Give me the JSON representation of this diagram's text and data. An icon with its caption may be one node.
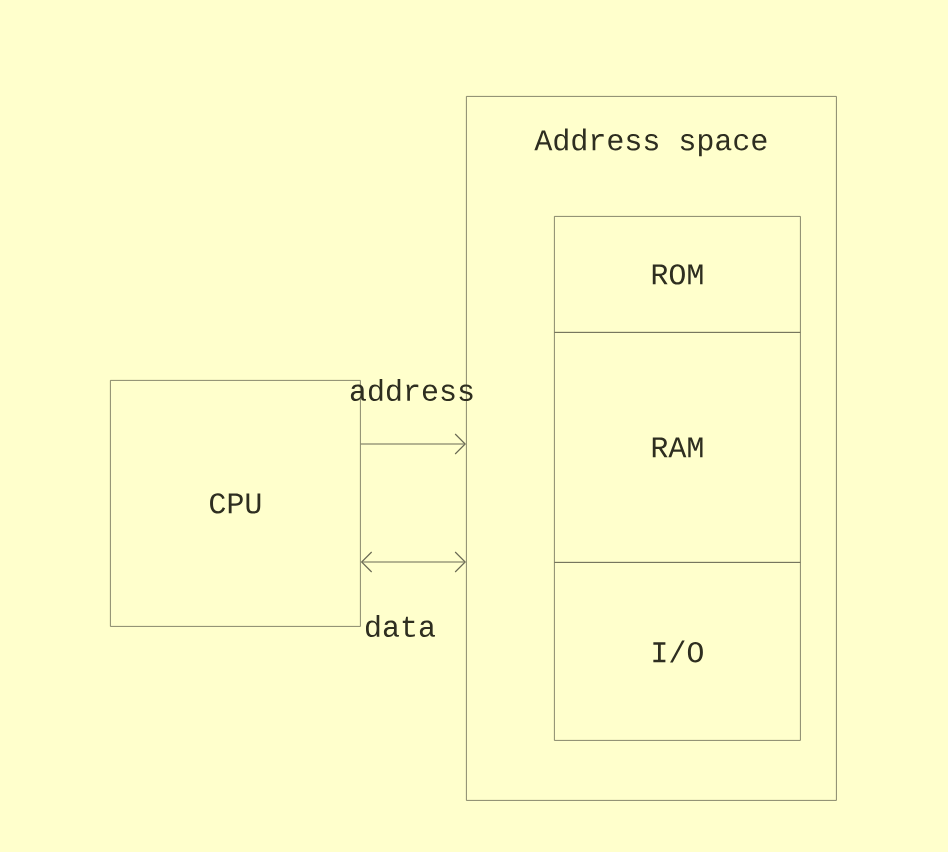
{
  "diagram": {
    "nodes": [
      {
        "text": [
          "Address space"
        ]
      },
      {
        "text": [
          "ROM"
        ],
        "in": 0
      },
      {
        "text": [
          "RAM"
        ],
        "in": 0
      },
      {
        "text": [
          "I/O"
        ],
        "in": 0
      },
      {
        "text": [
          "CPU"
        ]
      }
    ],
    "edges": [
      {
        "from": 4,
        "to": 0,
        "arrow": "to",
        "label": "address"
      },
      {
        "from": 4,
        "to": 0,
        "arrow": "both",
        "label": "data"
      }
    ]
  }
}
